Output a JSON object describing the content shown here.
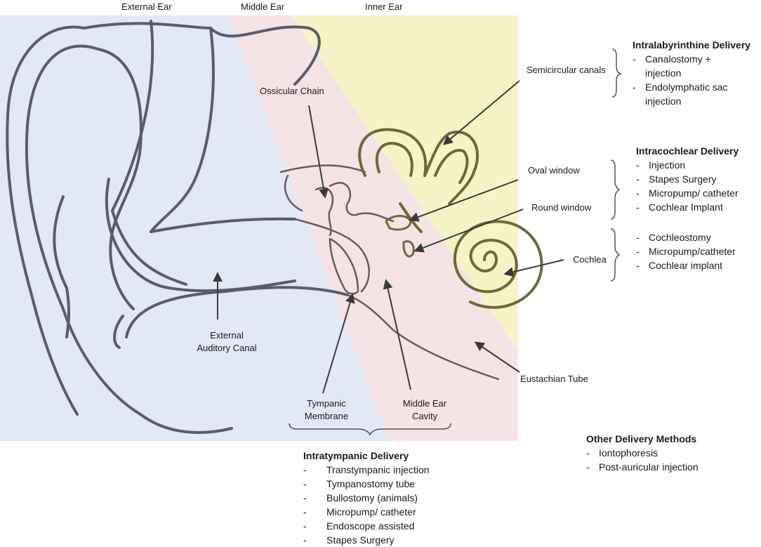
{
  "regions": {
    "external_ear": "External Ear",
    "middle_ear": "Middle Ear",
    "inner_ear": "Inner Ear"
  },
  "structures": {
    "ossicular_chain": "Ossicular Chain",
    "semicircular_canals": "Semicircular canals",
    "oval_window": "Oval window",
    "round_window": "Round window",
    "cochlea": "Cochlea",
    "external_auditory_canal": [
      "External",
      "Auditory Canal"
    ],
    "tympanic_membrane": [
      "Tympanic",
      "Membrane"
    ],
    "middle_ear_cavity": [
      "Middle Ear",
      "Cavity"
    ],
    "eustachian_tube": "Eustachian Tube"
  },
  "delivery": {
    "intralabyrinthine": {
      "title": "Intralabyrinthine Delivery",
      "items": [
        "Canalostomy + injection",
        "Endolymphatic sac injection"
      ]
    },
    "intracochlear": {
      "title": "Intracochlear Delivery",
      "items": [
        "Injection",
        "Stapes Surgery",
        "Micropump/ catheter",
        "Cochlear Implant"
      ]
    },
    "cochlea_methods": {
      "items": [
        "Cochleostomy",
        "Micropump/catheter",
        "Cochlear implant"
      ]
    },
    "intratympanic": {
      "title": "Intratympanic Delivery",
      "items": [
        "Transtympanic injection",
        "Tympanostomy tube",
        "Bullostomy (animals)",
        "Micropump/ catheter",
        "Endoscope assisted",
        "Stapes Surgery"
      ]
    },
    "other": {
      "title": "Other Delivery Methods",
      "items": [
        "Iontophoresis",
        "Post-auricular injection"
      ]
    }
  },
  "colors": {
    "external_ear_bg": "#e3e8f6",
    "middle_ear_bg": "#f6e3e6",
    "inner_ear_bg": "#f6f3c7",
    "ear_outline": "#5a5c6e",
    "inner_structures": "#6b6a3a",
    "middle_structures": "#6a5a5e",
    "arrow": "#3a3a3a"
  }
}
